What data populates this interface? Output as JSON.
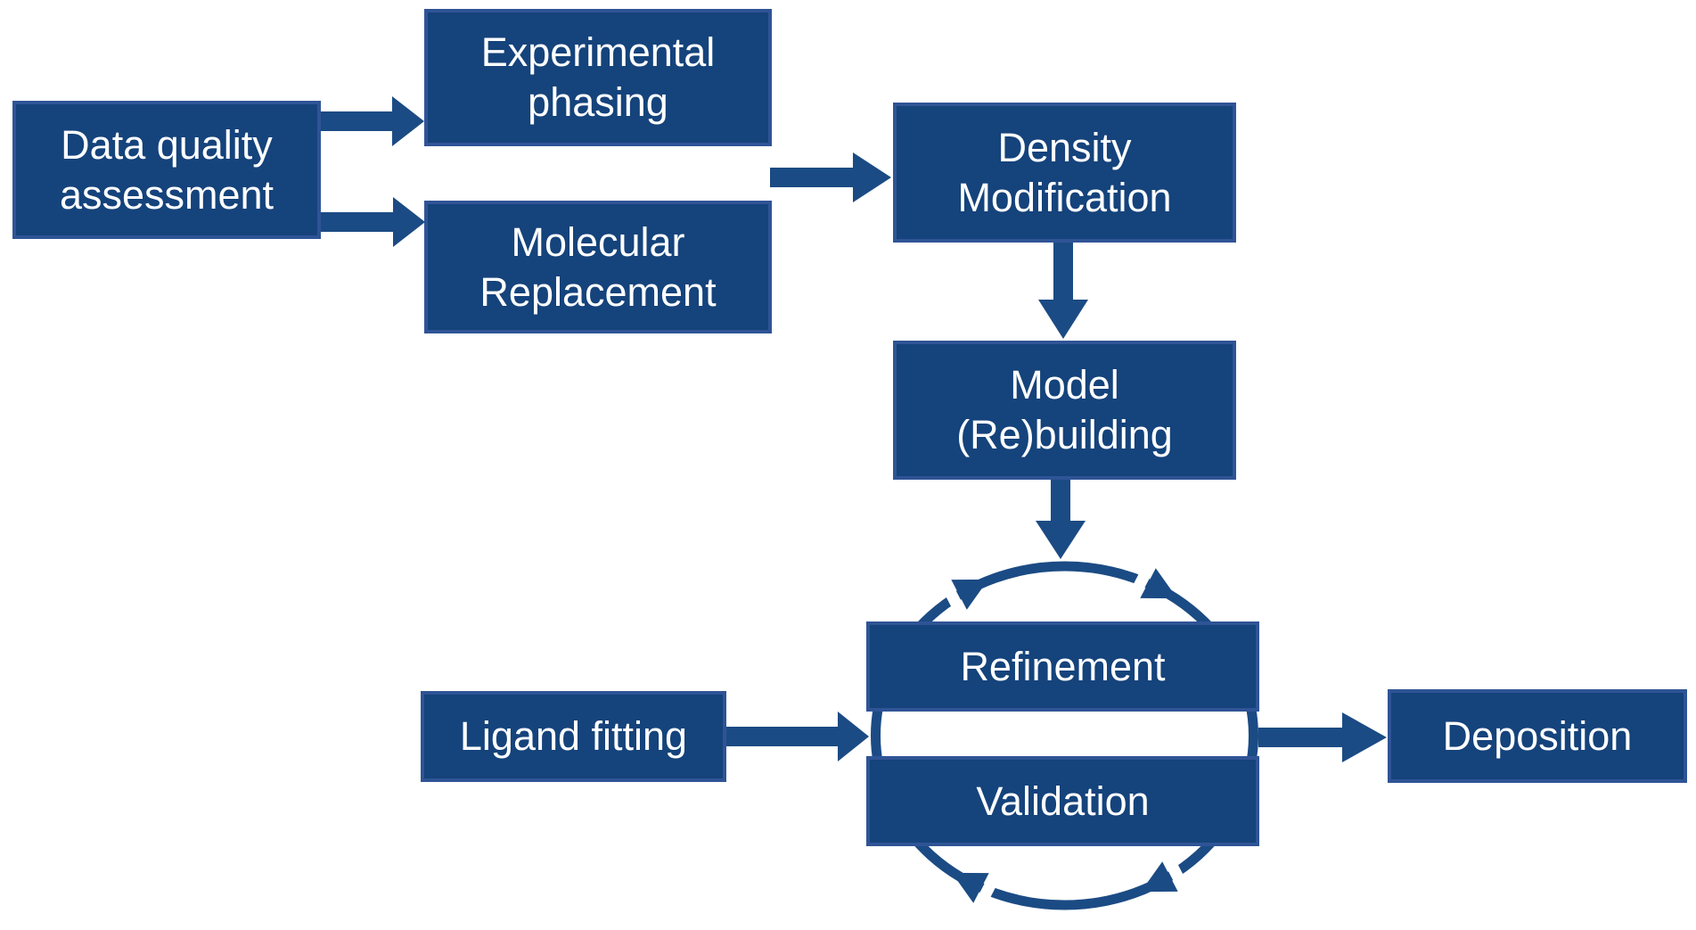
{
  "diagram": {
    "nodes": {
      "data_quality": {
        "lines": [
          "Data quality",
          "assessment"
        ]
      },
      "experimental_phasing": {
        "lines": [
          "Experimental",
          "phasing"
        ]
      },
      "molecular_replacement": {
        "lines": [
          "Molecular",
          "Replacement"
        ]
      },
      "density_modification": {
        "lines": [
          "Density",
          "Modification"
        ]
      },
      "model_rebuilding": {
        "lines": [
          "Model",
          "(Re)building"
        ]
      },
      "refinement": {
        "lines": [
          "Refinement"
        ]
      },
      "validation": {
        "lines": [
          "Validation"
        ]
      },
      "ligand_fitting": {
        "lines": [
          "Ligand fitting"
        ]
      },
      "deposition": {
        "lines": [
          "Deposition"
        ]
      }
    },
    "edges": [
      {
        "from": "data_quality",
        "to": "experimental_phasing"
      },
      {
        "from": "data_quality",
        "to": "molecular_replacement"
      },
      {
        "from": "phasing_branch",
        "to": "density_modification"
      },
      {
        "from": "density_modification",
        "to": "model_rebuilding"
      },
      {
        "from": "model_rebuilding",
        "to": "refinement_validation_cycle"
      },
      {
        "from": "ligand_fitting",
        "to": "refinement_validation_cycle"
      },
      {
        "from": "refinement_validation_cycle",
        "to": "deposition"
      }
    ],
    "cycle": {
      "members": [
        "refinement",
        "validation"
      ],
      "direction": "clockwise",
      "arrowhead_count": 4
    }
  },
  "colors": {
    "box_fill": "#15437B",
    "box_border": "#2F5496",
    "arrow": "#1B4B84",
    "text": "#FFFFFF",
    "background": "#FFFFFF"
  }
}
